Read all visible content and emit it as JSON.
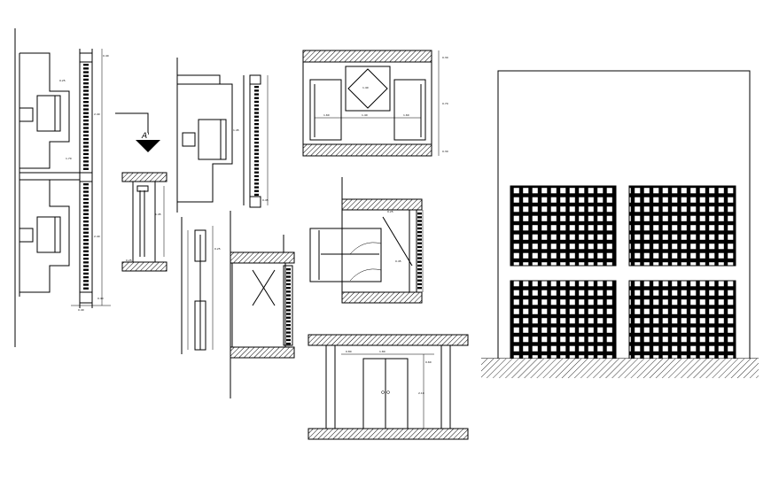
{
  "drawing": {
    "section_marker": "A'",
    "dims": {
      "left_a": "0.40",
      "left_b": "0.25",
      "left_c": "2.40",
      "left_d": "1.70",
      "left_bottom": "0.40",
      "left_bottom_b": "0.40",
      "mid_a": "0.45",
      "mid_b": "1.45",
      "mid_c": "0.25",
      "top_h1": "0.30",
      "top_h2": "0.70",
      "top_h3": "0.30",
      "top_w1": "1.60",
      "top_w2": "1.40",
      "top_w3": "1.60",
      "top_c": "1.40",
      "door_w": "1.80",
      "door_h": "2.10",
      "door_a": "0.80",
      "door_b": "0.60"
    }
  }
}
